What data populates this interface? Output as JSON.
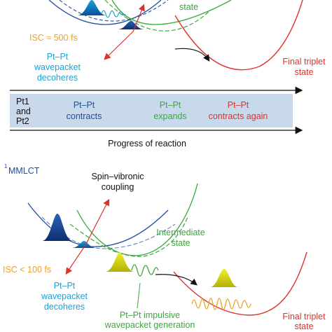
{
  "colors": {
    "blue": "#1f4fa0",
    "cyan": "#1aa3d9",
    "green": "#3aa83a",
    "red": "#e0302a",
    "orange": "#f0a020",
    "yellow": "#d8d400",
    "band": "#c9d9ec",
    "dark_blue": "#1b3f8f"
  },
  "top_panel": {
    "state_label": "state",
    "isc_label": "ISC ≈ 500 fs",
    "wavepacket_line1": "Pt–Pt",
    "wavepacket_line2": "wavepacket",
    "wavepacket_line3": "decoheres",
    "final_line1": "Final triplet",
    "final_line2": "state"
  },
  "timeline": {
    "atoms_line1": "Pt1",
    "atoms_line2": "and",
    "atoms_line3": "Pt2",
    "stage1_line1": "Pt–Pt",
    "stage1_line2": "contracts",
    "stage2_line1": "Pt–Pt",
    "stage2_line2": "expands",
    "stage3_line1": "Pt–Pt",
    "stage3_line2": "contracts again",
    "axis_label": "Progress of reaction"
  },
  "bottom_panel": {
    "initial_sup": "1",
    "initial_label": "MMLCT",
    "coupling_line1": "Spin–vibronic",
    "coupling_line2": "coupling",
    "intermediate_line1": "Intermediate",
    "intermediate_line2": "state",
    "isc_label": "ISC < 100 fs",
    "wavepacket_line1": "Pt–Pt",
    "wavepacket_line2": "wavepacket",
    "wavepacket_line3": "decoheres",
    "impulsive_line1": "Pt–Pt impulsive",
    "impulsive_line2": "wavepacket generation",
    "final_line1": "Final triplet",
    "final_line2": "state"
  }
}
